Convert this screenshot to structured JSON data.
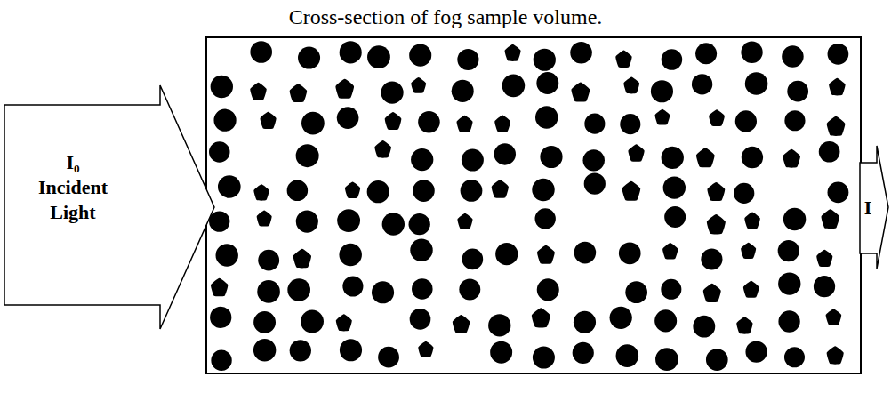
{
  "diagram": {
    "title": "Cross-section of fog sample volume.",
    "nodes": [
      {
        "text": [
          "I₀ Incident Light"
        ]
      },
      {
        "text": [
          "I"
        ]
      }
    ]
  }
}
